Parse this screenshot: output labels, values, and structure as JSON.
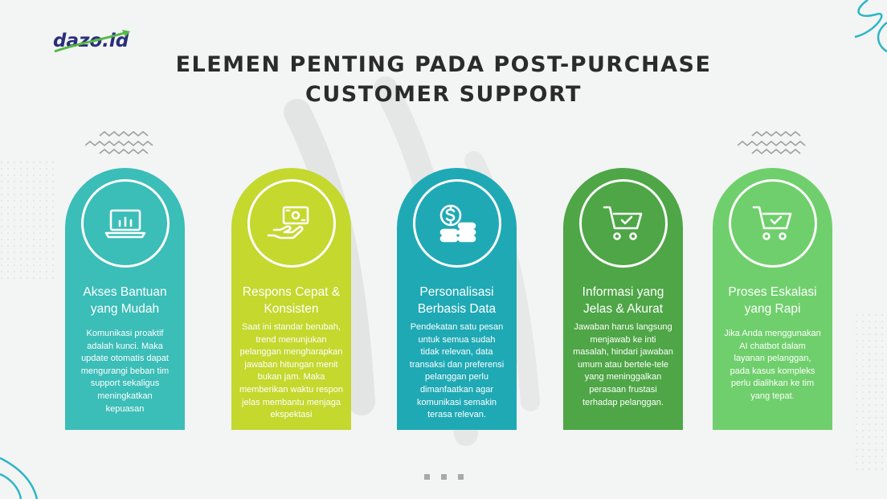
{
  "brand": {
    "name": "dazo.id"
  },
  "title": {
    "line1": "ELEMEN PENTING  PADA POST-PURCHASE",
    "line2": "CUSTOMER SUPPORT"
  },
  "colors": {
    "card1": "#3bbdb8",
    "card2": "#c4d82e",
    "card3": "#1fa9b5",
    "card4": "#4ea646",
    "card5": "#6fcf6c",
    "title": "#2b2b2b"
  },
  "cards": [
    {
      "icon": "laptop-chart-icon",
      "heading": [
        "Akses Bantuan",
        "yang Mudah"
      ],
      "body": [
        "Komunikasi proaktif",
        "adalah kunci. Maka",
        "update otomatis dapat",
        "mengurangi beban tim",
        "support sekaligus",
        "meningkatkan",
        "kepuasan"
      ]
    },
    {
      "icon": "money-hand-icon",
      "heading": [
        "Respons Cepat &",
        "Konsisten"
      ],
      "body": [
        "Saat ini standar berubah,",
        "trend menunjukan",
        "pelanggan mengharapkan",
        "jawaban hitungan menit",
        "bukan jam. Maka",
        "memberikan waktu respon",
        "jelas membantu menjaga",
        "ekspektasi"
      ]
    },
    {
      "icon": "dollar-coins-icon",
      "heading": [
        "Personalisasi",
        "Berbasis Data"
      ],
      "body": [
        "Pendekatan satu pesan",
        "untuk semua sudah",
        "tidak relevan, data",
        "transaksi dan preferensi",
        "pelanggan perlu",
        "dimanfaatkan agar",
        "komunikasi semakin",
        "terasa relevan."
      ]
    },
    {
      "icon": "cart-check-icon",
      "heading": [
        "Informasi yang",
        "Jelas & Akurat"
      ],
      "body": [
        "Jawaban harus langsung",
        "menjawab ke inti",
        "masalah, hindari jawaban",
        "umum atau bertele-tele",
        "yang meninggalkan",
        "perasaan frustasi",
        "terhadap pelanggan."
      ]
    },
    {
      "icon": "cart-check-icon",
      "heading": [
        "Proses Eskalasi",
        "yang Rapi"
      ],
      "body": [
        "Jika Anda menggunakan",
        "AI chatbot dalam",
        "layanan pelanggan,",
        "pada kasus kompleks",
        "perlu dialihkan ke tim",
        "yang tepat."
      ]
    }
  ]
}
